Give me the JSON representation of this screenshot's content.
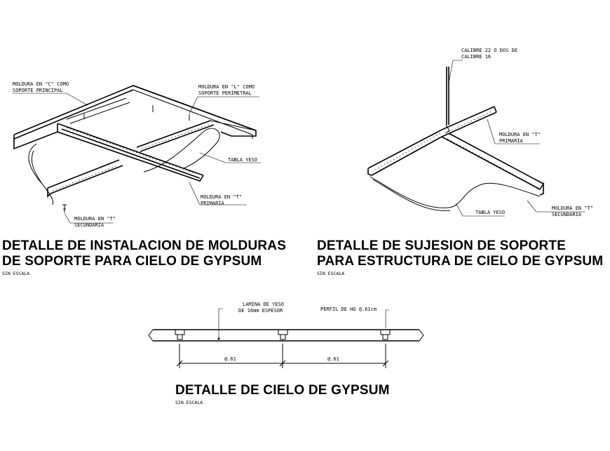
{
  "detail1": {
    "label_c": [
      "MOLDURA EN \"C\" COMO",
      "SOPORTE PRINCIPAL"
    ],
    "label_l": [
      "MOLDURA EN \"L\" COMO",
      "SOPORTE PERIMETRAL"
    ],
    "label_tabla": "TABLA YESO",
    "label_t_prim": [
      "MOLDURA EN \"T\"",
      "PRIMARIA"
    ],
    "label_t_sec": [
      "MOLDURA EN \"T\"",
      "SECUNDARIA"
    ],
    "title_line1": "DETALLE DE INSTALACION DE MOLDURAS",
    "title_line2": "DE SOPORTE PARA CIELO DE GYPSUM",
    "scale": "SIN ESCALA"
  },
  "detail2": {
    "label_calibre": [
      "CALIBRE 22 O DOS DE",
      "CALIBRE 16"
    ],
    "label_t_prim": [
      "MOLDURA EN \"T\"",
      "PRIMARIA"
    ],
    "label_tabla": "TABLA YESO",
    "label_t_sec": [
      "MOLDURA EN \"T\"",
      "SECUNDARIA"
    ],
    "title_line1": "DETALLE DE SUJESION DE SOPORTE",
    "title_line2": "PARA ESTRUCTURA DE CIELO DE GYPSUM",
    "scale": "SIN ESCALA"
  },
  "detail3": {
    "label_lamina": [
      "LAMINA DE YESO",
      "DE 16mm ESPESOR"
    ],
    "label_perfil": "PERFIL DE HG @.61cm",
    "dim_left": "@.61",
    "dim_right": "@.61",
    "title": "DETALLE DE CIELO DE GYPSUM",
    "scale": "SIN ESCALA"
  }
}
